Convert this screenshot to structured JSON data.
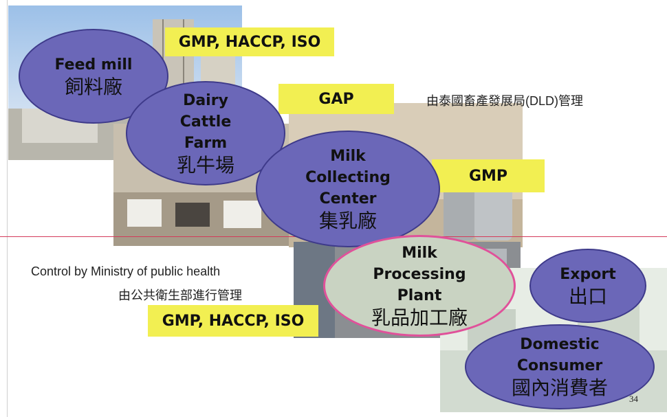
{
  "nodes": {
    "feed_mill": {
      "en": "Feed mill",
      "zh": "飼料廠"
    },
    "dairy_farm": {
      "en_lines": [
        "Dairy",
        "Cattle",
        "Farm"
      ],
      "zh": "乳牛場"
    },
    "milk_collecting": {
      "en_lines": [
        "Milk",
        "Collecting",
        "Center"
      ],
      "zh": "集乳廠"
    },
    "milk_processing": {
      "en_lines": [
        "Milk",
        "Processing",
        "Plant"
      ],
      "zh": "乳品加工廠"
    },
    "export": {
      "en": "Export",
      "zh": "出口"
    },
    "domestic": {
      "en_lines": [
        "Domestic",
        "Consumer"
      ],
      "zh": "國內消費者"
    }
  },
  "badges": {
    "feed_mill": "GMP, HACCP, ISO",
    "farm": "GAP",
    "collecting": "GMP",
    "processing": "GMP, HACCP, ISO"
  },
  "notes": {
    "dld": "由泰國畜產發展局(DLD)管理",
    "moph_en": "Control by Ministry of public health",
    "moph_zh": "由公共衛生部進行管理"
  },
  "page_number": "34",
  "colors": {
    "node_fill": "#6b67b8",
    "node_border": "#3e3a8a",
    "processing_fill": "#c9d3c2",
    "processing_border": "#e0519a",
    "badge": "#f2ef52",
    "divider": "#d43a5a"
  }
}
